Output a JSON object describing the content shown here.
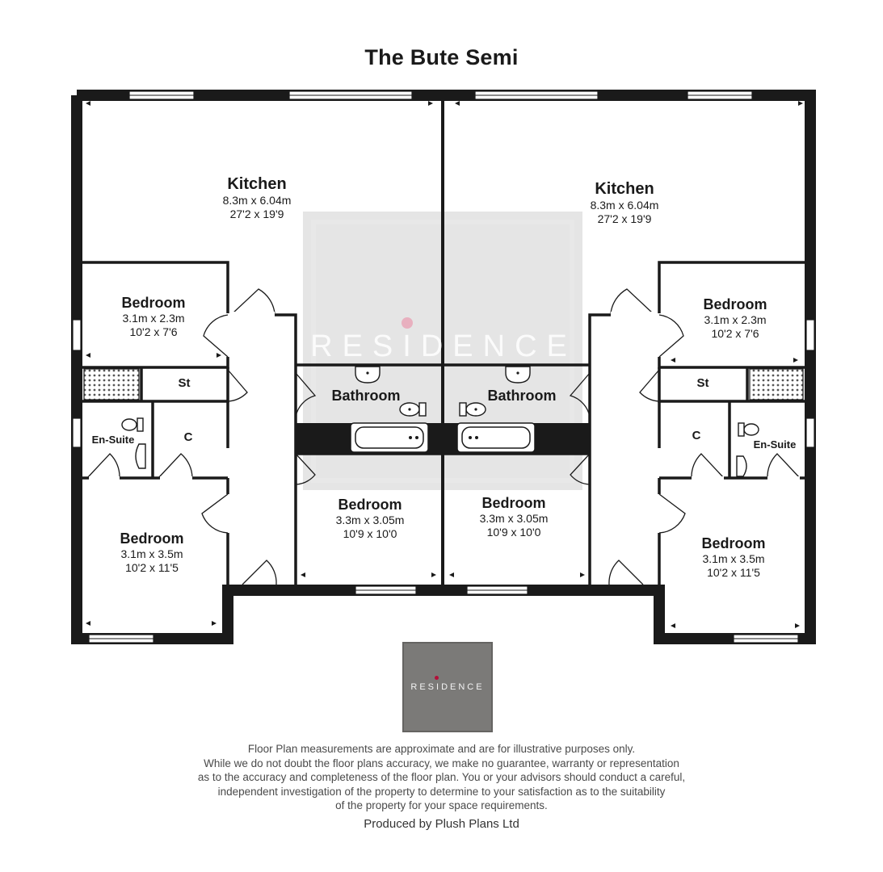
{
  "title": "The Bute Semi",
  "rooms": {
    "kitchen_left": {
      "name": "Kitchen",
      "metric": "8.3m x 6.04m",
      "imperial": "27'2 x 19'9"
    },
    "kitchen_right": {
      "name": "Kitchen",
      "metric": "8.3m x 6.04m",
      "imperial": "27'2 x 19'9"
    },
    "bedroom_tl": {
      "name": "Bedroom",
      "metric": "3.1m x 2.3m",
      "imperial": "10'2 x 7'6"
    },
    "bedroom_tr": {
      "name": "Bedroom",
      "metric": "3.1m x 2.3m",
      "imperial": "10'2 x 7'6"
    },
    "bedroom_bl": {
      "name": "Bedroom",
      "metric": "3.1m x 3.5m",
      "imperial": "10'2 x 11'5"
    },
    "bedroom_br": {
      "name": "Bedroom",
      "metric": "3.1m x 3.5m",
      "imperial": "10'2 x 11'5"
    },
    "bedroom_cl": {
      "name": "Bedroom",
      "metric": "3.3m x 3.05m",
      "imperial": "10'9 x 10'0"
    },
    "bedroom_cr": {
      "name": "Bedroom",
      "metric": "3.3m x 3.05m",
      "imperial": "10'9 x 10'0"
    },
    "bathroom_l": {
      "name": "Bathroom"
    },
    "bathroom_r": {
      "name": "Bathroom"
    },
    "store_l": {
      "name": "St"
    },
    "store_r": {
      "name": "St"
    },
    "cupboard_l": {
      "name": "C"
    },
    "cupboard_r": {
      "name": "C"
    },
    "ensuite_l": {
      "name": "En-Suite"
    },
    "ensuite_r": {
      "name": "En-Suite"
    }
  },
  "watermark": "RESIDENCE",
  "logo_text": "RESIDENCE",
  "colors": {
    "wall": "#1a1a1a",
    "watermark": "#d9d9d9",
    "logo": "#7b7a78",
    "logo_dot": "#b3103a",
    "accent_dot": "#e8a3b5"
  },
  "disclaimer": [
    "Floor Plan measurements are approximate and are for illustrative purposes only.",
    "While we do not doubt the floor plans accuracy, we make no guarantee, warranty or representation",
    "as to the accuracy and completeness of the floor plan. You or your advisors should conduct a careful,",
    "independent investigation of the property to determine to your satisfaction as to the suitability",
    "of the property for your space requirements."
  ],
  "credit": "Produced by Plush Plans Ltd"
}
